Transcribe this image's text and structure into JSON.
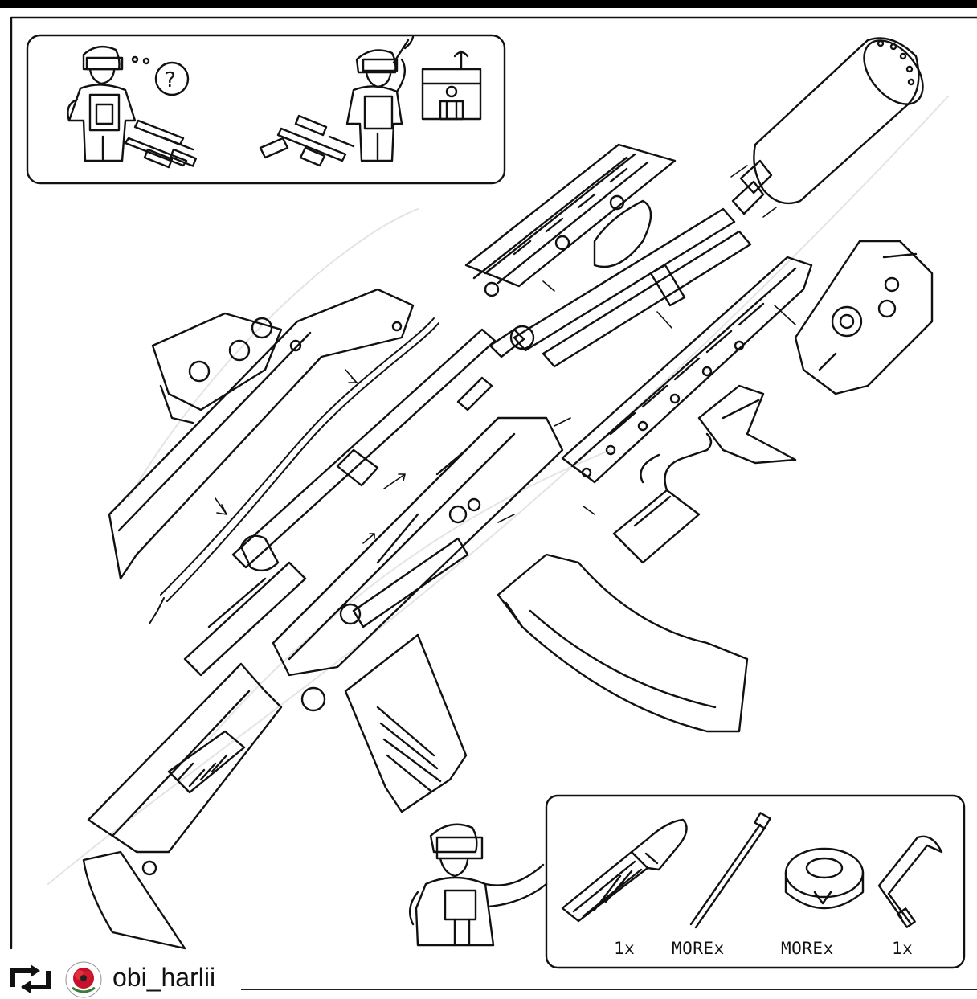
{
  "post": {
    "username": "obi_harlii",
    "repost_icon": "repost-icon",
    "avatar_icon": "poppy-badge-icon"
  },
  "callout": {
    "qty_file": "1x",
    "qty_zip_ties": "MOREx",
    "qty_tape": "MOREx",
    "qty_wrench": "1x"
  },
  "question_icon": "?"
}
